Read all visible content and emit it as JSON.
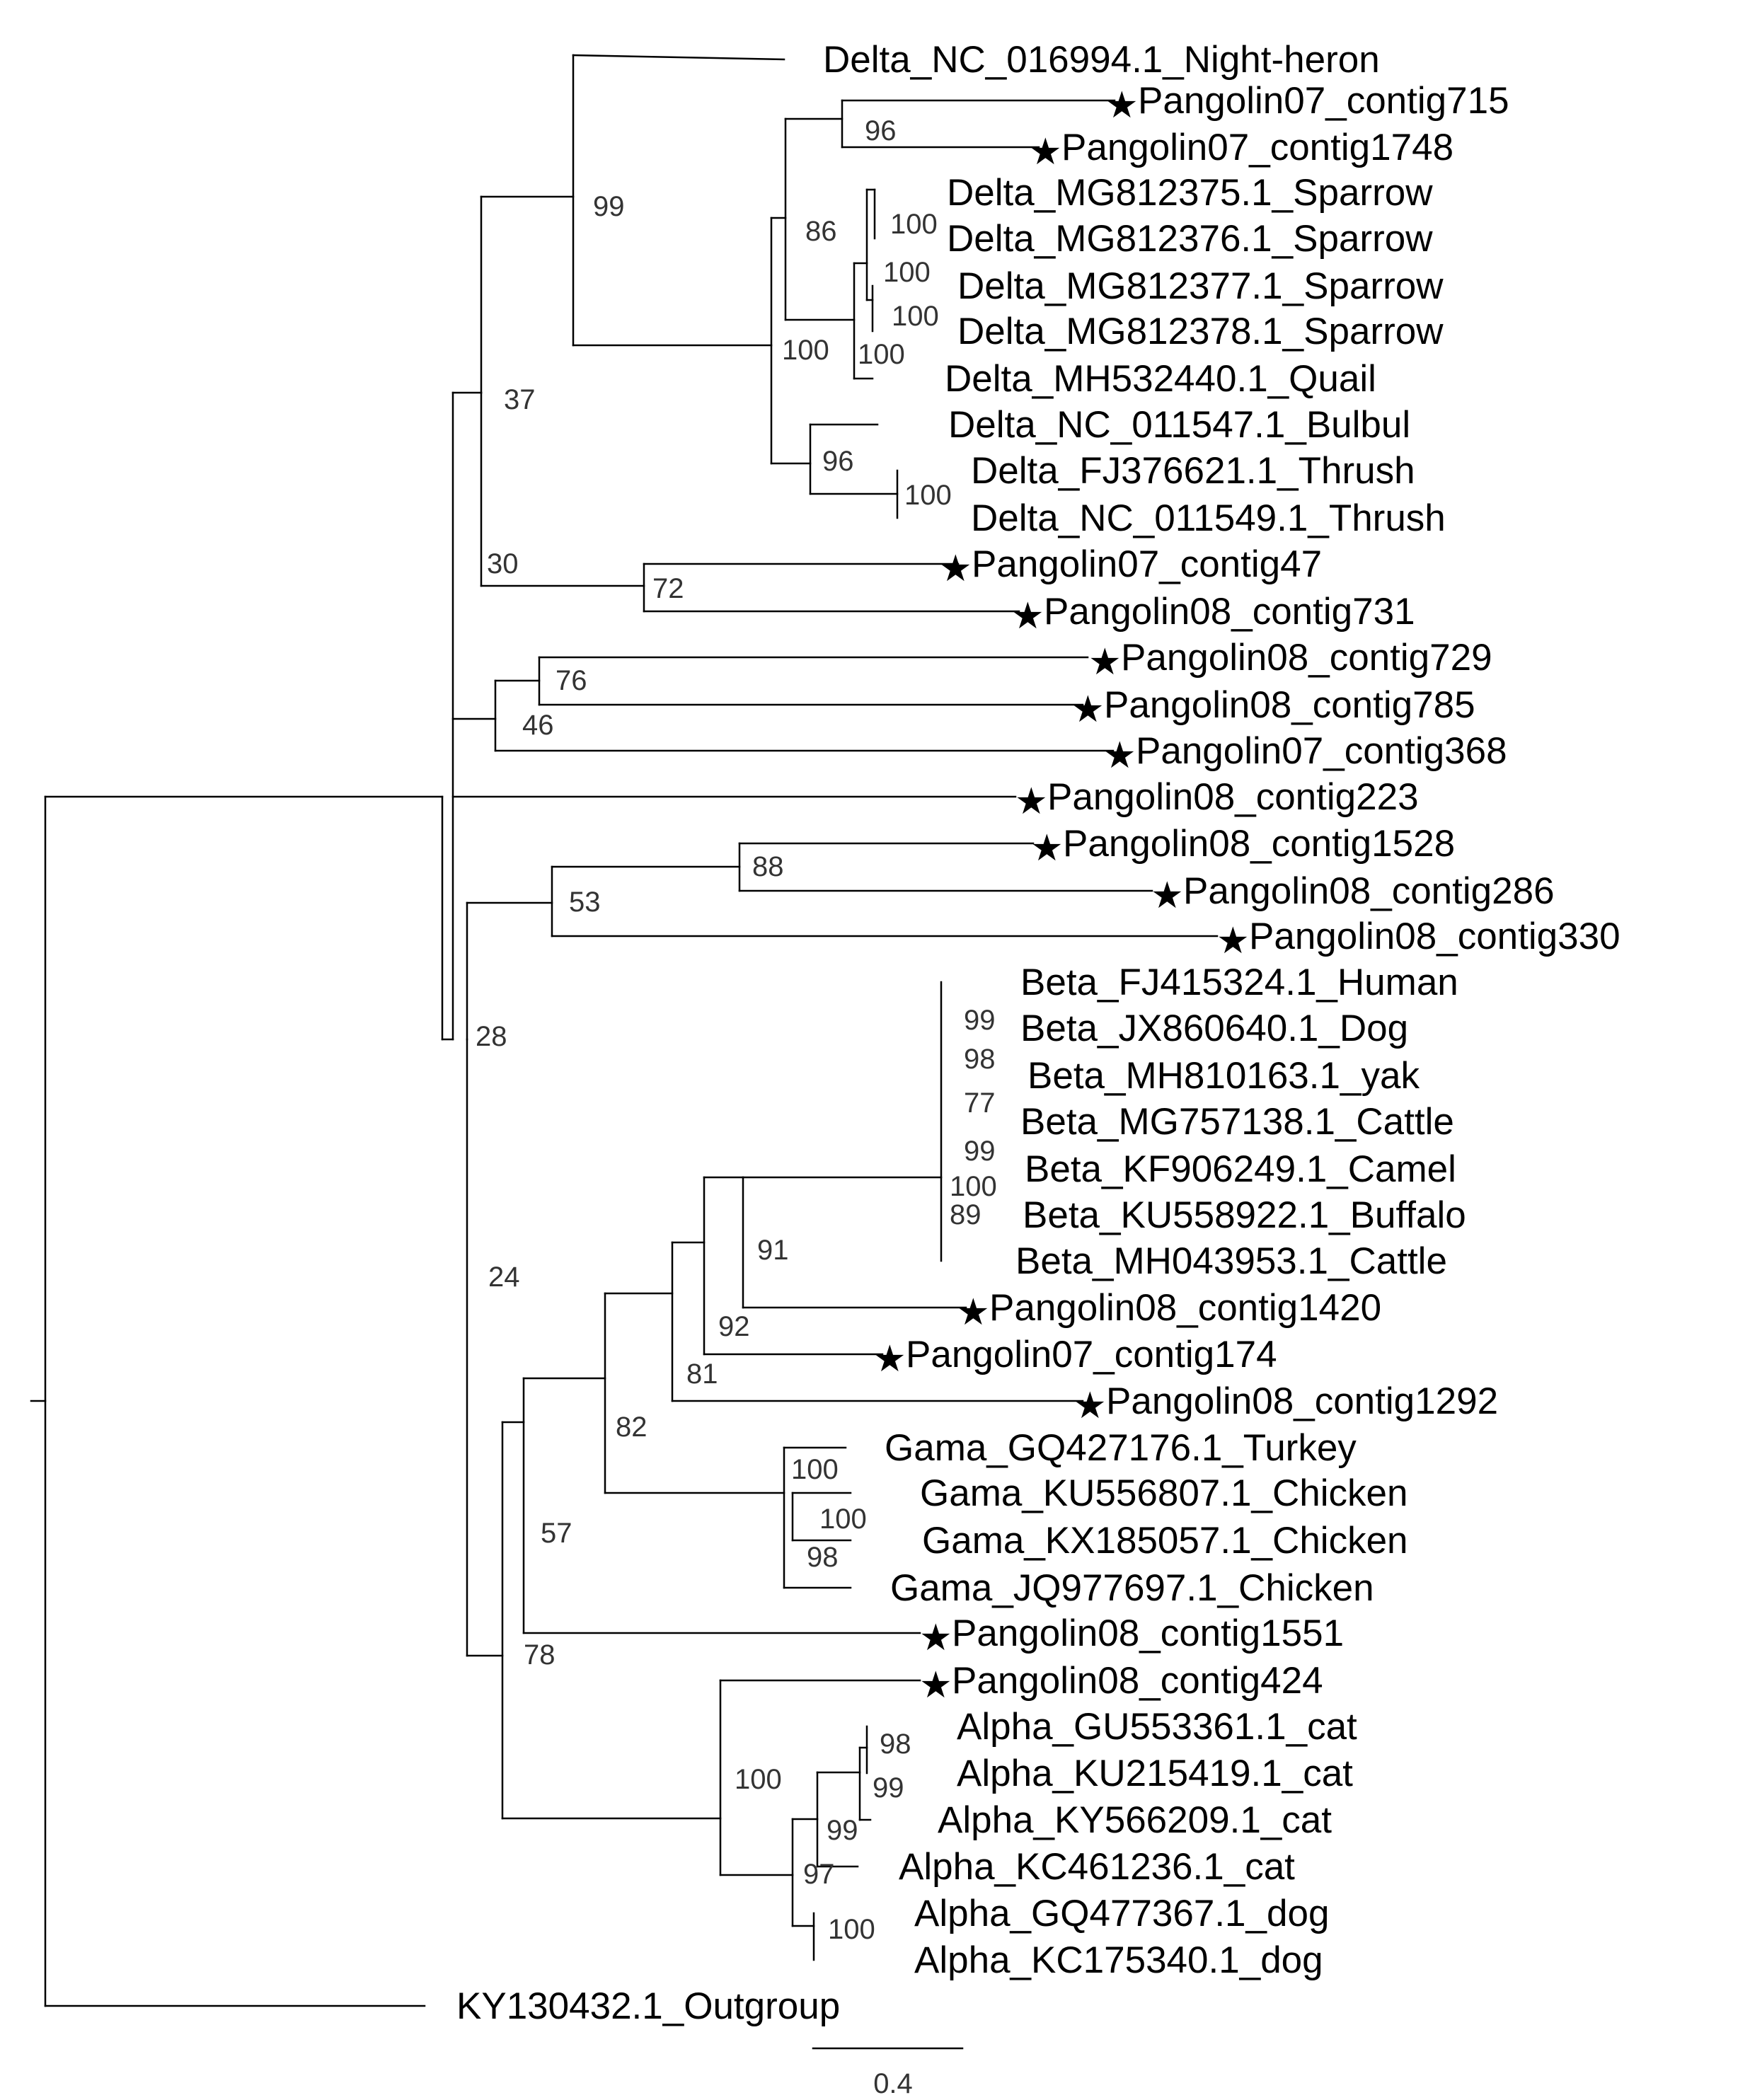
{
  "scale_bar_label": "0.4",
  "star_glyph": "★",
  "leaves": [
    {
      "id": "night_heron",
      "label": "Delta_NC_016994.1_Night-heron",
      "starred": false
    },
    {
      "id": "p07_715",
      "label": "Pangolin07_contig715",
      "starred": true
    },
    {
      "id": "p07_1748",
      "label": "Pangolin07_contig1748",
      "starred": true
    },
    {
      "id": "sparrow375",
      "label": "Delta_MG812375.1_Sparrow",
      "starred": false
    },
    {
      "id": "sparrow376",
      "label": "Delta_MG812376.1_Sparrow",
      "starred": false
    },
    {
      "id": "sparrow377",
      "label": "Delta_MG812377.1_Sparrow",
      "starred": false
    },
    {
      "id": "sparrow378",
      "label": "Delta_MG812378.1_Sparrow",
      "starred": false
    },
    {
      "id": "quail",
      "label": "Delta_MH532440.1_Quail",
      "starred": false
    },
    {
      "id": "bulbul",
      "label": "Delta_NC_011547.1_Bulbul",
      "starred": false
    },
    {
      "id": "thrush_fj",
      "label": "Delta_FJ376621.1_Thrush",
      "starred": false
    },
    {
      "id": "thrush_nc",
      "label": "Delta_NC_011549.1_Thrush",
      "starred": false
    },
    {
      "id": "p07_47",
      "label": "Pangolin07_contig47",
      "starred": true
    },
    {
      "id": "p08_731",
      "label": "Pangolin08_contig731",
      "starred": true
    },
    {
      "id": "p08_729",
      "label": "Pangolin08_contig729",
      "starred": true
    },
    {
      "id": "p08_785",
      "label": "Pangolin08_contig785",
      "starred": true
    },
    {
      "id": "p07_368",
      "label": "Pangolin07_contig368",
      "starred": true
    },
    {
      "id": "p08_223",
      "label": "Pangolin08_contig223",
      "starred": true
    },
    {
      "id": "p08_1528",
      "label": "Pangolin08_contig1528",
      "starred": true
    },
    {
      "id": "p08_286",
      "label": "Pangolin08_contig286",
      "starred": true
    },
    {
      "id": "p08_330",
      "label": "Pangolin08_contig330",
      "starred": true
    },
    {
      "id": "beta_human",
      "label": "Beta_FJ415324.1_Human",
      "starred": false
    },
    {
      "id": "beta_dog",
      "label": "Beta_JX860640.1_Dog",
      "starred": false
    },
    {
      "id": "beta_yak",
      "label": "Beta_MH810163.1_yak",
      "starred": false
    },
    {
      "id": "beta_cattle1",
      "label": "Beta_MG757138.1_Cattle",
      "starred": false
    },
    {
      "id": "beta_camel",
      "label": "Beta_KF906249.1_Camel",
      "starred": false
    },
    {
      "id": "beta_buffalo",
      "label": "Beta_KU558922.1_Buffalo",
      "starred": false
    },
    {
      "id": "beta_cattle2",
      "label": "Beta_MH043953.1_Cattle",
      "starred": false
    },
    {
      "id": "p08_1420",
      "label": "Pangolin08_contig1420",
      "starred": true
    },
    {
      "id": "p07_174",
      "label": "Pangolin07_contig174",
      "starred": true
    },
    {
      "id": "p08_1292",
      "label": "Pangolin08_contig1292",
      "starred": true
    },
    {
      "id": "gama_turkey",
      "label": "Gama_GQ427176.1_Turkey",
      "starred": false
    },
    {
      "id": "gama_ku",
      "label": "Gama_KU556807.1_Chicken",
      "starred": false
    },
    {
      "id": "gama_kx",
      "label": "Gama_KX185057.1_Chicken",
      "starred": false
    },
    {
      "id": "gama_jq",
      "label": "Gama_JQ977697.1_Chicken",
      "starred": false
    },
    {
      "id": "p08_1551",
      "label": "Pangolin08_contig1551",
      "starred": true
    },
    {
      "id": "p08_424",
      "label": "Pangolin08_contig424",
      "starred": true
    },
    {
      "id": "alpha_gu",
      "label": "Alpha_GU553361.1_cat",
      "starred": false
    },
    {
      "id": "alpha_ku",
      "label": "Alpha_KU215419.1_cat",
      "starred": false
    },
    {
      "id": "alpha_ky",
      "label": "Alpha_KY566209.1_cat",
      "starred": false
    },
    {
      "id": "alpha_kc",
      "label": "Alpha_KC461236.1_cat",
      "starred": false
    },
    {
      "id": "alpha_gq",
      "label": "Alpha_GQ477367.1_dog",
      "starred": false
    },
    {
      "id": "alpha_kc175",
      "label": "Alpha_KC175340.1_dog",
      "starred": false
    },
    {
      "id": "outgroup",
      "label": "KY130432.1_Outgroup",
      "starred": false
    }
  ],
  "support_values": [
    {
      "id": "s99_delta",
      "value": "99"
    },
    {
      "id": "s96_p07",
      "value": "96"
    },
    {
      "id": "s86",
      "value": "86"
    },
    {
      "id": "s100_sp1",
      "value": "100"
    },
    {
      "id": "s100_sp2",
      "value": "100"
    },
    {
      "id": "s100_sp3",
      "value": "100"
    },
    {
      "id": "s100_sp4",
      "value": "100"
    },
    {
      "id": "s100_sp5",
      "value": "100"
    },
    {
      "id": "s96_bulbul",
      "value": "96"
    },
    {
      "id": "s100_thrush",
      "value": "100"
    },
    {
      "id": "s37",
      "value": "37"
    },
    {
      "id": "s30",
      "value": "30"
    },
    {
      "id": "s72",
      "value": "72"
    },
    {
      "id": "s76",
      "value": "76"
    },
    {
      "id": "s46",
      "value": "46"
    },
    {
      "id": "s88",
      "value": "88"
    },
    {
      "id": "s53",
      "value": "53"
    },
    {
      "id": "s28",
      "value": "28"
    },
    {
      "id": "s99_b1",
      "value": "99"
    },
    {
      "id": "s98_b",
      "value": "98"
    },
    {
      "id": "s77_b",
      "value": "77"
    },
    {
      "id": "s99_b2",
      "value": "99"
    },
    {
      "id": "s100_b",
      "value": "100"
    },
    {
      "id": "s89_b",
      "value": "89"
    },
    {
      "id": "s91",
      "value": "91"
    },
    {
      "id": "s92",
      "value": "92"
    },
    {
      "id": "s81",
      "value": "81"
    },
    {
      "id": "s24",
      "value": "24"
    },
    {
      "id": "s82",
      "value": "82"
    },
    {
      "id": "s100_g1",
      "value": "100"
    },
    {
      "id": "s100_g2",
      "value": "100"
    },
    {
      "id": "s98_g",
      "value": "98"
    },
    {
      "id": "s57",
      "value": "57"
    },
    {
      "id": "s78",
      "value": "78"
    },
    {
      "id": "s98_a",
      "value": "98"
    },
    {
      "id": "s99_a1",
      "value": "99"
    },
    {
      "id": "s100_alpha",
      "value": "100"
    },
    {
      "id": "s99_a2",
      "value": "99"
    },
    {
      "id": "s97_a",
      "value": "97"
    },
    {
      "id": "s100_a",
      "value": "100"
    }
  ]
}
